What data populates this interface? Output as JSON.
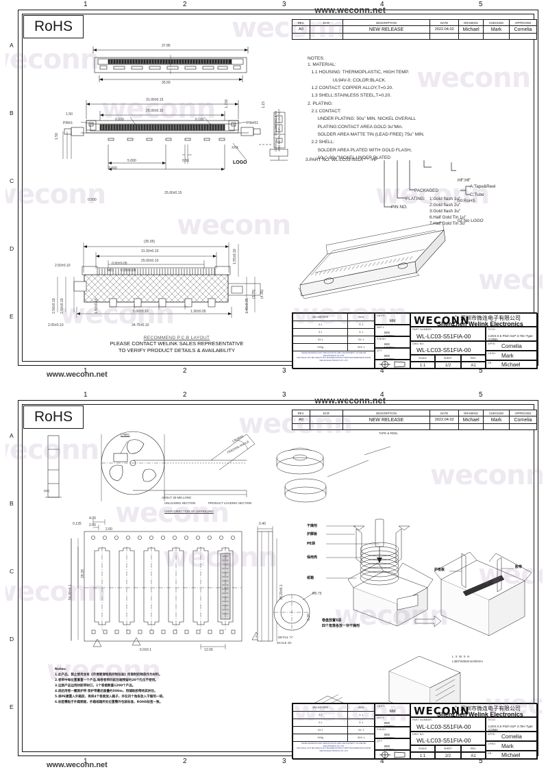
{
  "document": {
    "brand": "WECONN",
    "company_cn": "深圳市微连电子有限公司",
    "company_en": "ShenZhen Welink Electronics Co.,Ltd",
    "url": "www.weconn.net",
    "rohs_badge": "RoHS"
  },
  "revision_table": {
    "headers": [
      "REV.",
      "ECR",
      "DESCRIPTION",
      "DATE",
      "DRAWING",
      "CHECKED",
      "APPROVED"
    ],
    "rows": [
      {
        "rev": "A0",
        "ecr": "",
        "description": "NEW RELEASE",
        "date": "2022.04.02",
        "drawing": "Michael",
        "checked": "Mark",
        "approved": "Cornelia"
      }
    ]
  },
  "notes": {
    "heading": "NOTES:",
    "body": "1. MATERIAL:\n   1.1 HOUSING: THERMOPLASTIC, HIGH TEMP.\n                    UL94V-0; COLOR:BLACK.\n   1.2 CONTACT: COPPER ALLOY,T=0.20.\n   1.3 SHELL:STAINLESS STEEL,T=0.20.\n2. PLATING:\n   2.1 CONTACT:\n        UNDER PLATING: 50u\" MIN. NICKEL OVERALL\n        PLATING:CONTACT AREA GOLD 3u\"Min.\n        SOLDER AREA MATTE TIN (LEAD FREE) 75u\" MIN.\n   2.2 SHELL:\n        SOLDER AREA PLATED WITH GOLD FLASH,\n        10u\"~80u\"NICKEL UNDER PLATED",
    "part_line": "3.PART NO: WL-LC03-S51A * * -HF",
    "legend": {
      "suffix_hf": [
        "HF:HF",
        "00:RoHS",
        "0Z:No LOGO"
      ],
      "packaged_label": "PACKAGED",
      "packaged_options": [
        "A:Tape&Reel",
        "C:Tube"
      ],
      "plating_label": "PLATING:",
      "plating_options": [
        "1:Gold flash 1u\"",
        "2:Gold flash 2u\"",
        "3:Gold flash 3u\"",
        "6.Half Gold Tin 1u\"",
        "7.Half Gold Tin 3u\""
      ],
      "pin_no_label": "PIN NO."
    }
  },
  "title_block": {
    "units_label": "UNITS",
    "units_value": "MM",
    "mill_header": "MILLIMETERS",
    "inch_header": "INCH",
    "matl_label": "MAT'L",
    "matl_value": "SEE NOTES",
    "finish_label": "FINISH",
    "finish_value": "SEE NOTES",
    "qty_label": "QTY",
    "qty_value": "SEE NOTES",
    "part_number_label": "PART NUMBER:",
    "part_number": "WL-LC03-S51FIA-00",
    "dwg_no_label": "DWG NO:",
    "dwg_no": "WL-LC03-S51FIA-00",
    "title_label": "TITLE:",
    "title_value": "LVDS 0.5 Pitch 51P 3.75H Type CONN",
    "appd_label": "APPD:",
    "appd": "Cornelia",
    "chkd_label": "CHKD:",
    "chkd": "Mark",
    "drn_label": "DR:",
    "drn": "Michael",
    "scale_label": "SCALE",
    "scale": "1:1",
    "sheet_label": "SHEET",
    "sheet_1": "1/2",
    "sheet_2": "2/2",
    "rev_label": "REV.",
    "rev": "A1",
    "legal": "THESE DRAWINGS AND SPECIFICATION ARE THE PROPERTY OF WELINK ELECTRONICS CO.,LTD\nAND SHALL NOT BE USED IN ANY MANNER WITHOUT WRITTEN PERMISSION FROM WELINK ELECTRONICS CO.,LTD",
    "tolerances": [
      [
        "X  ±",
        "X.  ±"
      ],
      [
        "X  ±",
        "X.  ±"
      ],
      [
        "XX ±",
        "XX.  ±"
      ],
      [
        "XXXg",
        "XXX.  ±"
      ]
    ]
  },
  "sheet1": {
    "zones_vertical": [
      "A",
      "B",
      "C",
      "D",
      "E"
    ],
    "zones_horizontal": [
      "1",
      "2",
      "3",
      "4",
      "5"
    ],
    "pcb_note": {
      "title": "RECOMMEND P.C.B LAYOUT",
      "line1": "PLEASE CONTACT WELINK SALES REPRESENTATIVE",
      "line2": "TO VERIFY PRODUCT DETAILS & AVAILABILITY"
    },
    "dimensions_top_view": [
      "37.85",
      "35.55"
    ],
    "dimensions_front_view": [
      "31.00±0.15",
      "25.00±0.15",
      "1.50",
      "PIN#1",
      "PIN#51",
      "0.000",
      "0.180",
      "1.150",
      "1.15",
      "1.50",
      "5.000",
      "0.50",
      "3.000",
      "25.00±0.15",
      "0.500",
      "1.50",
      "LOGO",
      "XXX"
    ],
    "side_view_text": "CONTACT: SOLDERING END\nAND METAL SHELL CONTACT",
    "dimensions_pcb_layout": [
      "(35.95)",
      "31.00±0.10",
      "25.00±0.10",
      "2.50±0.10",
      "0.50±0.05",
      "NO1",
      "0.28±0.05",
      "1.55±0.10",
      "5.00±0.10",
      "1.30±0.05",
      "34.75±0.10",
      "2.05±0.10",
      "2.50±0.10",
      "2.50±0.10",
      "1.40±0.05",
      "1.50±0.10",
      "(3.75)",
      "(4.35)"
    ]
  },
  "sheet2": {
    "reel": {
      "label_tag": "LABEL",
      "tape_reel_title": "TAPE & REEL",
      "feeding_angle": "FEEDING ANGLE",
      "angle_value": "130 MAX",
      "unloaded_note": "ABOUT 30 MM LONG",
      "unloaded_section": "UNLOADED SECTION",
      "product_loading_section": "PRODUCT LOADING SECTION",
      "user_direction": "USER DIRECTION OF UNREELING",
      "dim_64": "(64)"
    },
    "tape_dimensions": [
      "4.00",
      "2.00",
      "0.125",
      "28.20",
      "56.00±0.1",
      "38.20±0.1",
      "12.00",
      "6.0±0.1",
      "0.40",
      "0.20",
      "R0.75",
      "2.00"
    ],
    "detail_label": "DETAIL \"A\"",
    "detail_scale": "SCALE 4/1",
    "packaging_labels_cn": [
      "干燥剂",
      "护脚板",
      "PE袋",
      "保用壳",
      "纸箱",
      "护角板",
      "胶带"
    ],
    "packaging_note_cn": "卷盘放置5层\n四个角落各放一块干燥剂",
    "carton_dim_label": "L  X  W  X  H\nL350*W350mm300mm",
    "notes_cn": {
      "heading": "Notes:",
      "lines": [
        "1.此产品，禁止使用含有《环境管理物质控制标准》所限制的物质作为材料。",
        "2.卷带中每位置重置一个产品,每卷卷带的前后端预留约20个孔位不使用。",
        "3.边旅产品边用封胶带封口，1个卷盘数量1200个产品。",
        "4.烧后用卷一圈旅护带 保护带最后面叠约500m，用辅助胶帶将其封住。",
        "5.将PE膜置入外箱前，再将4个卷盘放入箱子，并在四个角各放入干燥剂一袋。",
        "6.标签需贴于外箱侧面，外箱纸箱所处位置需外包装标准，ROHS标签一致。"
      ]
    }
  }
}
